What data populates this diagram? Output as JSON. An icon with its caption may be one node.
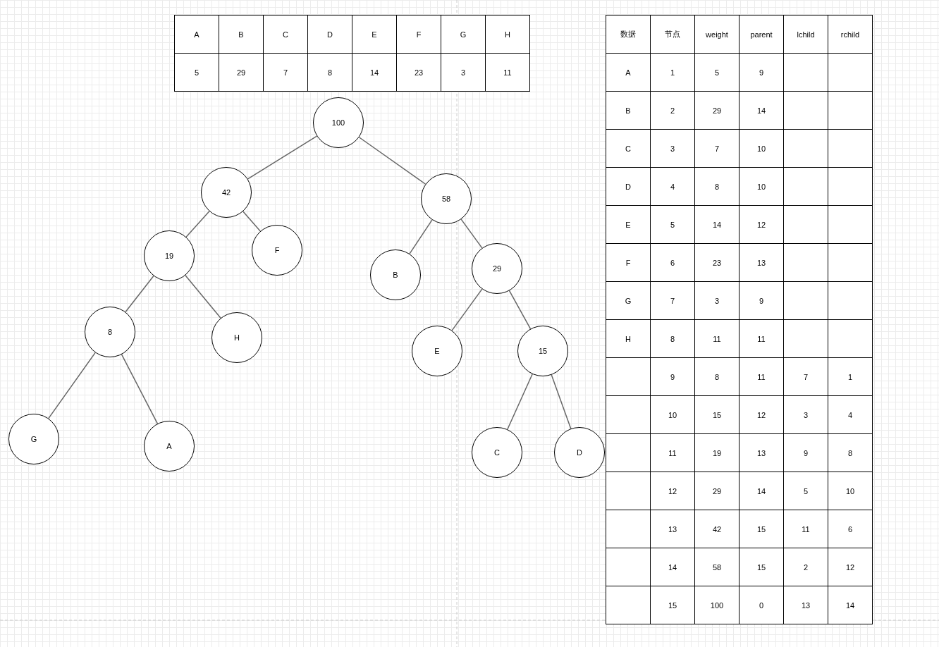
{
  "diagram": {
    "nodes": [
      {
        "text": [
          "100"
        ]
      },
      {
        "text": [
          "42"
        ]
      },
      {
        "text": [
          "58"
        ]
      },
      {
        "text": [
          "19"
        ]
      },
      {
        "text": [
          "F"
        ]
      },
      {
        "text": [
          "B"
        ]
      },
      {
        "text": [
          "29"
        ]
      },
      {
        "text": [
          "8"
        ]
      },
      {
        "text": [
          "H"
        ]
      },
      {
        "text": [
          "E"
        ]
      },
      {
        "text": [
          "15"
        ]
      },
      {
        "text": [
          "G"
        ]
      },
      {
        "text": [
          "A"
        ]
      },
      {
        "text": [
          "C"
        ]
      },
      {
        "text": [
          "D"
        ]
      }
    ],
    "edges": [
      {
        "from": 0,
        "to": 1,
        "arrow": "none"
      },
      {
        "from": 0,
        "to": 2,
        "arrow": "none"
      },
      {
        "from": 1,
        "to": 3,
        "arrow": "none"
      },
      {
        "from": 1,
        "to": 4,
        "arrow": "none"
      },
      {
        "from": 2,
        "to": 5,
        "arrow": "none"
      },
      {
        "from": 2,
        "to": 6,
        "arrow": "none"
      },
      {
        "from": 3,
        "to": 7,
        "arrow": "none"
      },
      {
        "from": 3,
        "to": 8,
        "arrow": "none"
      },
      {
        "from": 6,
        "to": 9,
        "arrow": "none"
      },
      {
        "from": 6,
        "to": 10,
        "arrow": "none"
      },
      {
        "from": 7,
        "to": 11,
        "arrow": "none"
      },
      {
        "from": 7,
        "to": 12,
        "arrow": "none"
      },
      {
        "from": 10,
        "to": 13,
        "arrow": "none"
      },
      {
        "from": 10,
        "to": 14,
        "arrow": "none"
      }
    ],
    "labels": [
      "A",
      "B",
      "C",
      "D",
      "E",
      "F",
      "G",
      "H",
      "5",
      "29",
      "7",
      "8",
      "14",
      "23",
      "3",
      "11",
      "数据",
      "节点",
      "weight",
      "parent",
      "lchild",
      "rchild",
      "A",
      "1",
      "5",
      "9",
      "B",
      "2",
      "29",
      "14",
      "C",
      "3",
      "7",
      "10",
      "D",
      "4",
      "8",
      "10",
      "E",
      "5",
      "14",
      "12",
      "F",
      "6",
      "23",
      "13",
      "G",
      "7",
      "3",
      "9",
      "H",
      "8",
      "11",
      "11",
      "9",
      "8",
      "11",
      "7",
      "1",
      "10",
      "15",
      "12",
      "3",
      "4",
      "11",
      "19",
      "13",
      "9",
      "8",
      "12",
      "29",
      "14",
      "5",
      "10",
      "13",
      "42",
      "15",
      "11",
      "6",
      "14",
      "58",
      "15",
      "2",
      "12",
      "15",
      "100",
      "0",
      "13",
      "14"
    ]
  }
}
